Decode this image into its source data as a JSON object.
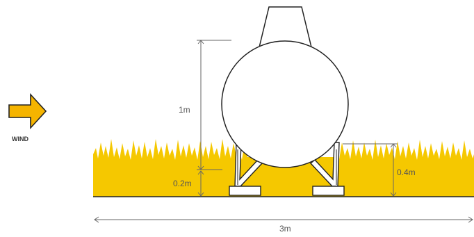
{
  "labels": {
    "wind": "WIND",
    "tank_height": "1m",
    "leg_height": "0.2m",
    "grass_height": "0.4m",
    "width": "3m"
  },
  "colors": {
    "grass": "#F5C800",
    "arrow": "#F5B400",
    "outline": "#222222",
    "dimension": "#666666"
  },
  "icons": [
    "wind-arrow-icon"
  ]
}
